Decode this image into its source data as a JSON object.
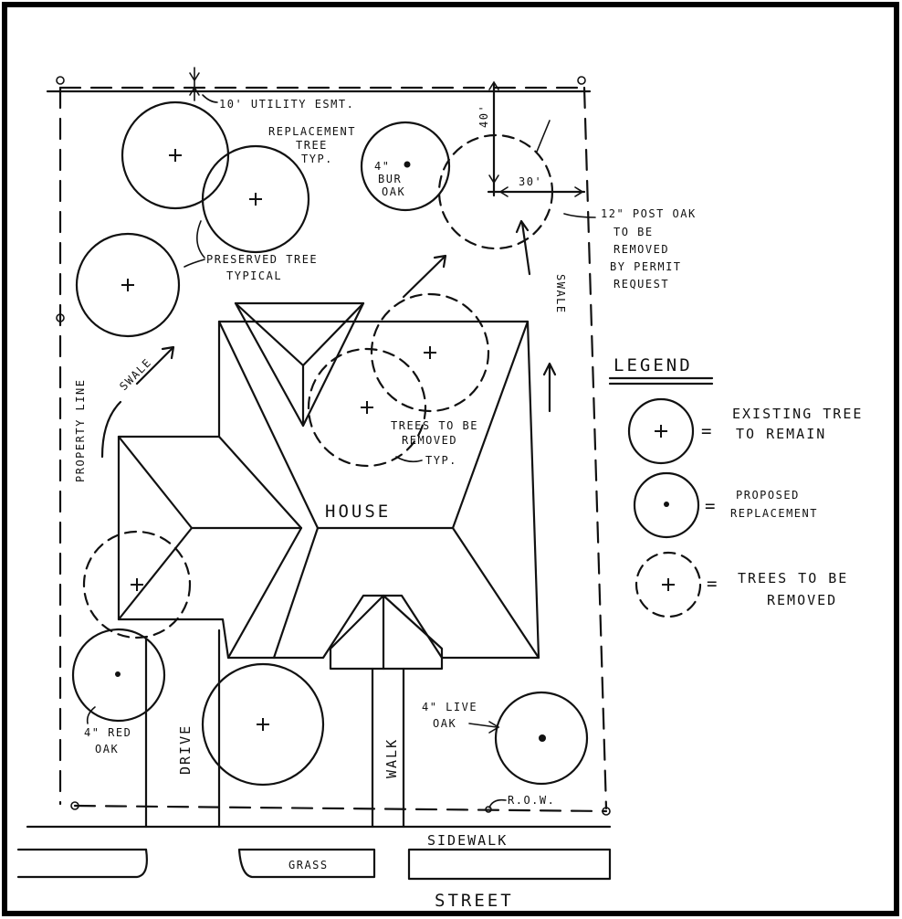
{
  "labels": {
    "utility": "10' UTILITY ESMT.",
    "replacement_tree_1": "REPLACEMENT",
    "replacement_tree_2": "TREE",
    "replacement_tree_3": "TYP.",
    "bur_oak_1": "4\"",
    "bur_oak_2": "BUR",
    "bur_oak_3": "OAK",
    "dim_40": "40'",
    "dim_30": "30'",
    "post_oak_1": "12\" POST OAK",
    "post_oak_2": "TO BE",
    "post_oak_3": "REMOVED",
    "post_oak_4": "BY PERMIT",
    "post_oak_5": "REQUEST",
    "preserved_1": "PRESERVED TREE",
    "preserved_2": "TYPICAL",
    "property_line": "PROPERTY LINE",
    "swale_left": "SWALE",
    "swale_right": "SWALE",
    "trees_removed_1": "TREES TO BE",
    "trees_removed_2": "REMOVED",
    "trees_removed_3": "TYP.",
    "house": "HOUSE",
    "red_oak_1": "4\" RED",
    "red_oak_2": "OAK",
    "drive": "DRIVE",
    "walk": "WALK",
    "live_oak_1": "4\" LIVE",
    "live_oak_2": "OAK",
    "row": "R.O.W.",
    "sidewalk": "SIDEWALK",
    "grass": "GRASS",
    "street": "STREET"
  },
  "legend": {
    "title": "LEGEND",
    "existing_1": "EXISTING TREE",
    "existing_2": "TO REMAIN",
    "proposed_1": "PROPOSED",
    "proposed_2": "REPLACEMENT",
    "removed_1": "TREES TO BE",
    "removed_2": "REMOVED",
    "equals": "="
  }
}
